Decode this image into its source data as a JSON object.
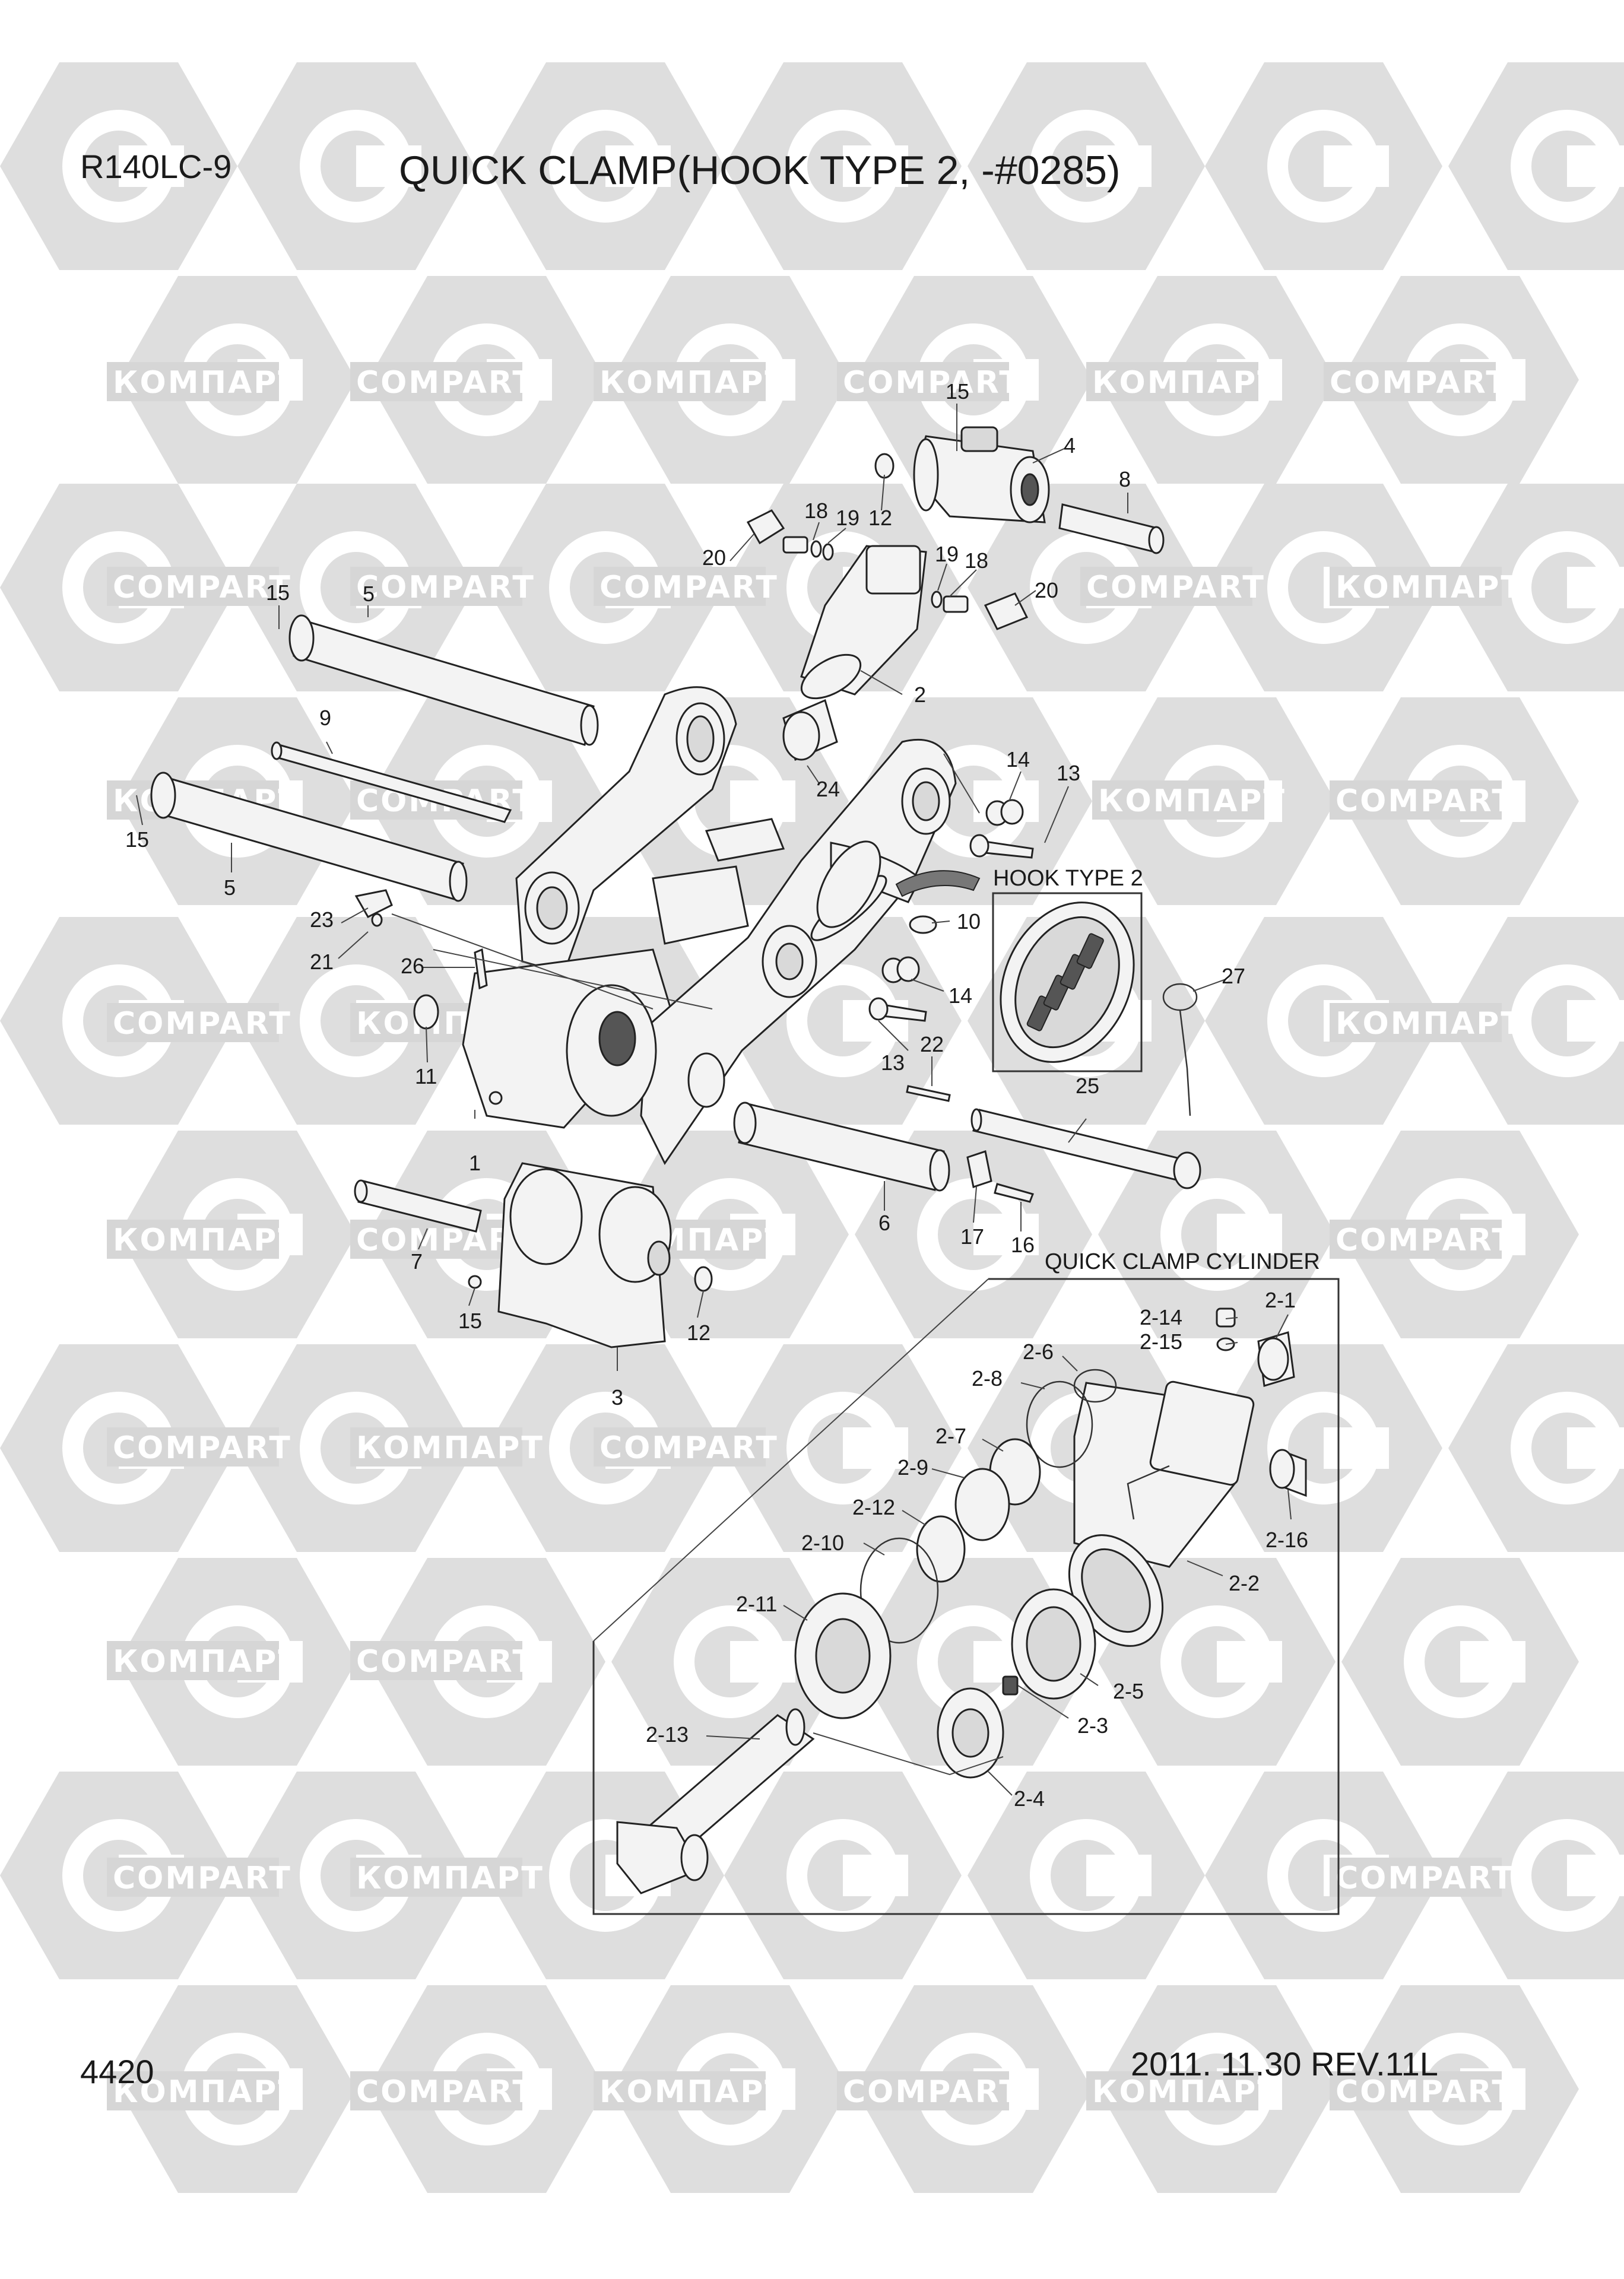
{
  "header": {
    "model": "R140LC-9",
    "title": "QUICK CLAMP(HOOK TYPE 2, -#0285)"
  },
  "footer": {
    "page_number": "4420",
    "revision": "2011. 11.30  REV.11L"
  },
  "insets": {
    "hook_type": "HOOK TYPE 2",
    "cylinder": "QUICK CLAMP CYLINDER"
  },
  "watermark": {
    "text_cyrillic": "КОМПАРТ",
    "text_latin": "COMPART"
  },
  "callouts": [
    "15",
    "4",
    "8",
    "18",
    "19",
    "12",
    "20",
    "19",
    "18",
    "20",
    "15",
    "5",
    "2",
    "9",
    "24",
    "14",
    "13",
    "15",
    "5",
    "10",
    "23",
    "21",
    "26",
    "14",
    "11",
    "13",
    "22",
    "27",
    "1",
    "25",
    "6",
    "17",
    "16",
    "7",
    "15",
    "12",
    "3",
    "2-14",
    "2-1",
    "2-15",
    "2-6",
    "2-8",
    "2-7",
    "2-9",
    "2-12",
    "2-16",
    "2-10",
    "2-2",
    "2-11",
    "2-5",
    "2-3",
    "2-13",
    "2-4"
  ]
}
